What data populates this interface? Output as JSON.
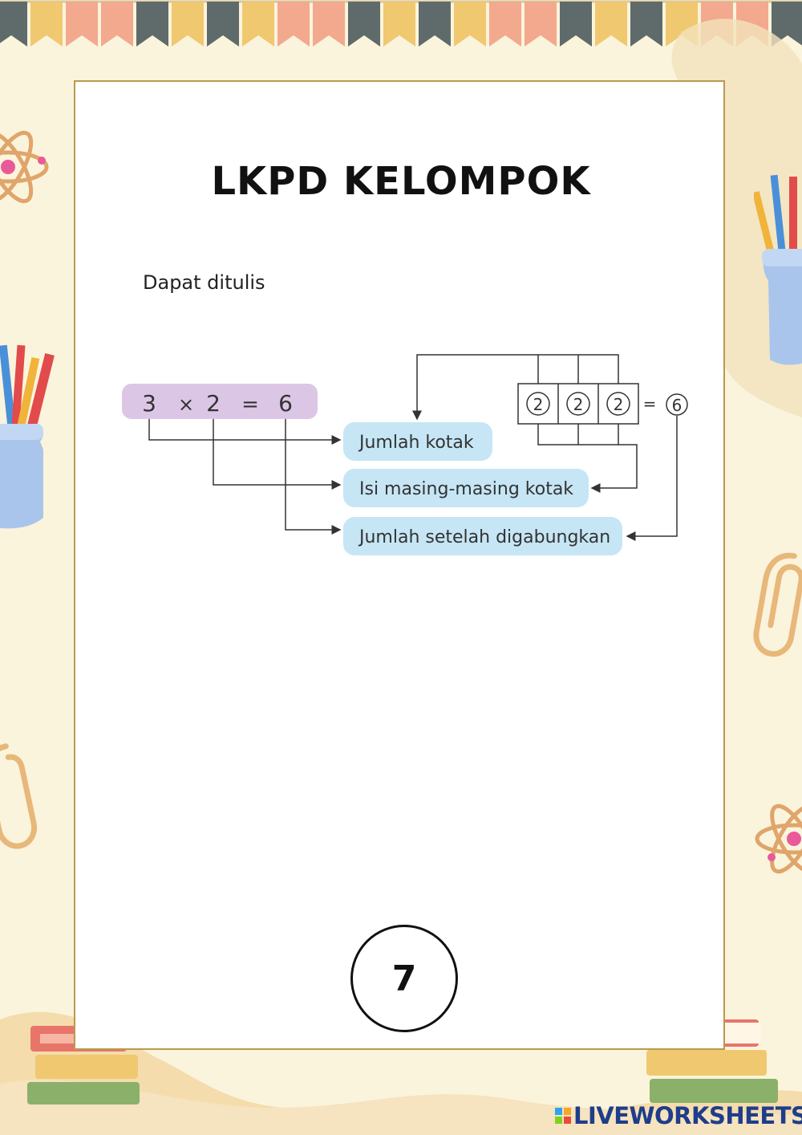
{
  "worksheet": {
    "title": "LKPD KELOMPOK",
    "subtitle": "Dapat ditulis",
    "page_number": "7"
  },
  "diagram": {
    "equation": {
      "a": "3",
      "op": "×",
      "b": "2",
      "eq": "=",
      "result": "6"
    },
    "labels": {
      "boxes_count": "Jumlah kotak",
      "box_contents": "Isi masing-masing kotak",
      "total": "Jumlah setelah digabungkan"
    },
    "box_values": [
      "2",
      "2",
      "2"
    ],
    "box_eq": "=",
    "box_total": "6"
  },
  "branding": {
    "name": "LIVEWORKSHEETS"
  },
  "colors": {
    "background": "#fbf4dc",
    "card_border": "#b89a4e",
    "equation_pill": "#dcc6e6",
    "label_pill": "#c6e6f5",
    "brand": "#1f3d8a"
  }
}
